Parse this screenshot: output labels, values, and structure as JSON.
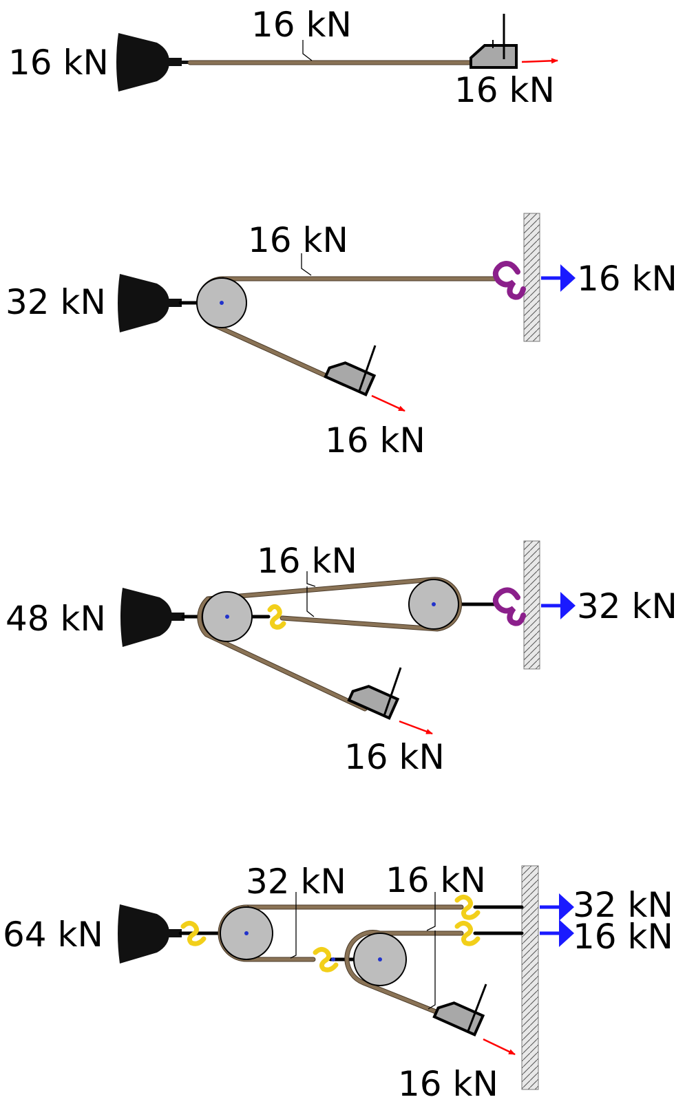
{
  "panels": [
    {
      "id": "panel-1",
      "load_label": "16 kN",
      "rope_tension_label": "16 kN",
      "pull_label": "16 kN"
    },
    {
      "id": "panel-2",
      "load_label": "32 kN",
      "rope_tension_label": "16 kN",
      "pull_label": "16 kN",
      "anchor_label": "16 kN"
    },
    {
      "id": "panel-3",
      "load_label": "48 kN",
      "rope_tension_label": "16 kN",
      "pull_label": "16 kN",
      "anchor_label": "32 kN"
    },
    {
      "id": "panel-4",
      "load_label": "64 kN",
      "rope_tension_label_a": "32 kN",
      "rope_tension_label_b": "16 kN",
      "pull_label": "16 kN",
      "anchor_label_upper": "32 kN",
      "anchor_label_lower": "16 kN"
    }
  ],
  "colors": {
    "rope": "#8a7356",
    "load": "#111111",
    "pulley": "#bdbdbd",
    "hook_purple": "#8b1f8b",
    "hook_yellow": "#f2cf1a",
    "pull_arrow": "#ff0000",
    "anchor_arrow": "#1a1aff"
  },
  "icons": [
    "load-weight-icon",
    "pulley-icon",
    "hook-icon",
    "rope-grab-icon",
    "wall-anchor-icon"
  ]
}
